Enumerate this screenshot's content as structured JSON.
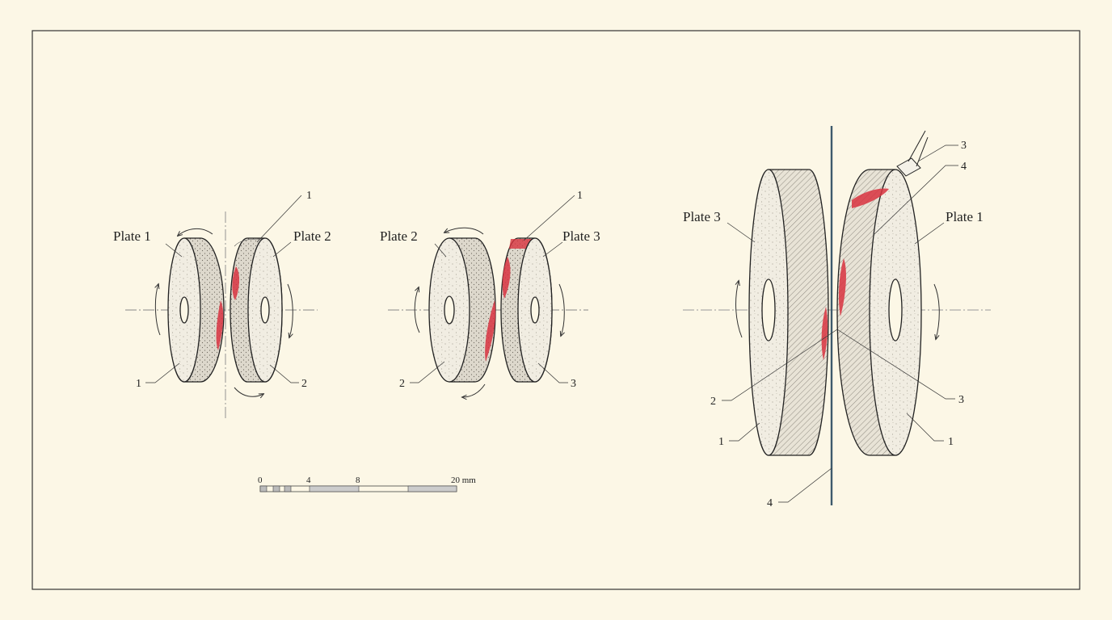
{
  "figures": [
    {
      "left_plate_label": "Plate 1",
      "right_plate_label": "Plate 2",
      "top_callout": "1",
      "bottom_left_callout": "1",
      "bottom_right_callout": "2"
    },
    {
      "left_plate_label": "Plate 2",
      "right_plate_label": "Plate 3",
      "top_callout": "1",
      "bottom_left_callout": "2",
      "bottom_right_callout": "3"
    },
    {
      "left_plate_label": "Plate 3",
      "right_plate_label": "Plate 1",
      "tool_callout": "3",
      "contact_callout": "4",
      "left_callout_upper": "2",
      "left_callout_lower": "1",
      "right_callout_upper": "3",
      "right_callout_lower": "1",
      "bottom_callout": "4"
    }
  ],
  "scale_bar": {
    "ticks": [
      "0",
      "4",
      "8"
    ],
    "end_label": "20 mm"
  },
  "colors": {
    "paper": "#fcf7e6",
    "ink": "#222222",
    "contact_mark": "#d8333f",
    "line_4": "#3d5a6c"
  }
}
